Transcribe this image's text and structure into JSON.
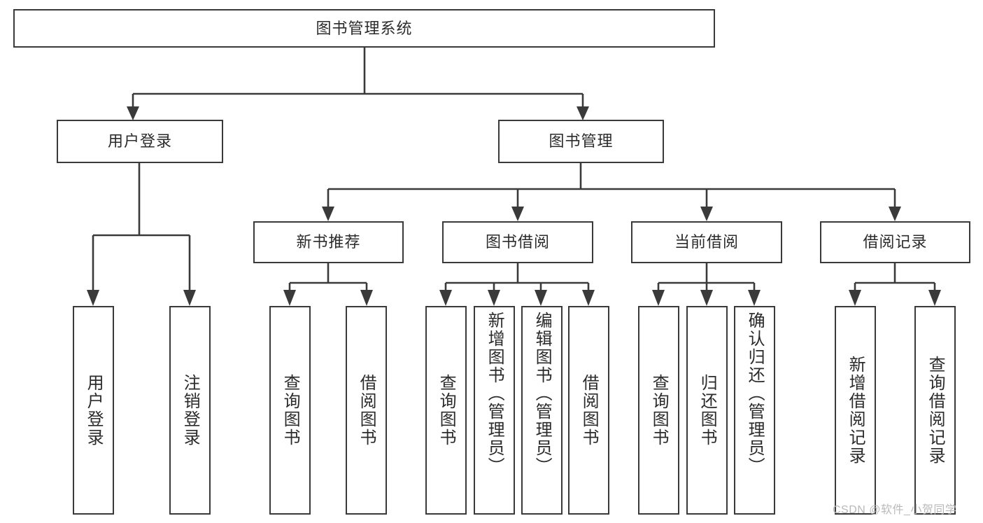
{
  "diagram": {
    "type": "tree-hierarchy-chart",
    "title": "图书管理系统",
    "edge_color": "#3a3a3a",
    "box_border_color": "#3a3a3a",
    "box_fill_color": "#ffffff",
    "text_color": "#2b2b2b"
  },
  "root": {
    "label": "图书管理系统"
  },
  "level2": [
    {
      "label": "用户登录"
    },
    {
      "label": "图书管理"
    }
  ],
  "level3": [
    {
      "label": "新书推荐"
    },
    {
      "label": "图书借阅"
    },
    {
      "label": "当前借阅"
    },
    {
      "label": "借阅记录"
    }
  ],
  "leaves": {
    "user_login": [
      {
        "label": "用户登录"
      },
      {
        "label": "注销登录"
      }
    ],
    "new_book_recommend": [
      {
        "label": "查询图书"
      },
      {
        "label": "借阅图书"
      }
    ],
    "book_borrow": [
      {
        "label": "查询图书"
      },
      {
        "label": "新增图书（管理员）"
      },
      {
        "label": "编辑图书（管理员）"
      },
      {
        "label": "借阅图书"
      }
    ],
    "current_borrow": [
      {
        "label": "查询图书"
      },
      {
        "label": "归还图书"
      },
      {
        "label": "确认归还（管理员）"
      }
    ],
    "borrow_record": [
      {
        "label": "新增借阅记录"
      },
      {
        "label": "查询借阅记录"
      }
    ]
  },
  "watermark": {
    "text": "CSDN @软件_小贺同学"
  }
}
